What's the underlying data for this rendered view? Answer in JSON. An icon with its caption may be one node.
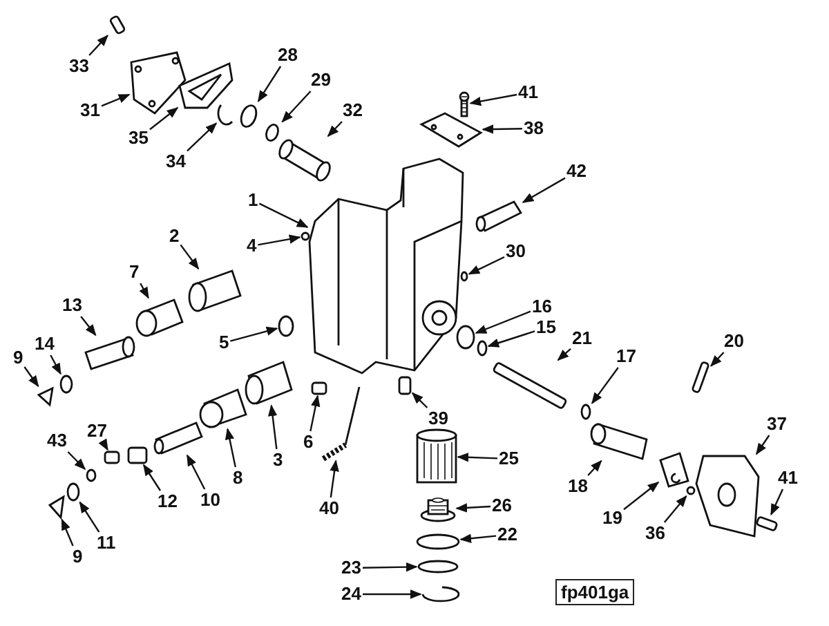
{
  "diagram": {
    "nodes": [
      {
        "text": [
          "33"
        ]
      },
      {
        "text": [
          "28"
        ]
      },
      {
        "text": [
          "41"
        ]
      },
      {
        "text": [
          "31"
        ]
      },
      {
        "text": [
          "29"
        ]
      },
      {
        "text": [
          "32"
        ]
      },
      {
        "text": [
          "38"
        ]
      },
      {
        "text": [
          "35"
        ]
      },
      {
        "text": [
          "34"
        ]
      },
      {
        "text": [
          "42"
        ]
      },
      {
        "text": [
          "1"
        ]
      },
      {
        "text": [
          "2"
        ]
      },
      {
        "text": [
          "4"
        ]
      },
      {
        "text": [
          "30"
        ]
      },
      {
        "text": [
          "7"
        ]
      },
      {
        "text": [
          "13"
        ]
      },
      {
        "text": [
          "16"
        ]
      },
      {
        "text": [
          "15"
        ]
      },
      {
        "text": [
          "5"
        ]
      },
      {
        "text": [
          "21"
        ]
      },
      {
        "text": [
          "9"
        ]
      },
      {
        "text": [
          "14"
        ]
      },
      {
        "text": [
          "20"
        ]
      },
      {
        "text": [
          "17"
        ]
      },
      {
        "text": [
          "39"
        ]
      },
      {
        "text": [
          "37"
        ]
      },
      {
        "text": [
          "43"
        ]
      },
      {
        "text": [
          "27"
        ]
      },
      {
        "text": [
          "6"
        ]
      },
      {
        "text": [
          "3"
        ]
      },
      {
        "text": [
          "25"
        ]
      },
      {
        "text": [
          "8"
        ]
      },
      {
        "text": [
          "41"
        ]
      },
      {
        "text": [
          "18"
        ]
      },
      {
        "text": [
          "12"
        ]
      },
      {
        "text": [
          "10"
        ]
      },
      {
        "text": [
          "26"
        ]
      },
      {
        "text": [
          "40"
        ]
      },
      {
        "text": [
          "19"
        ]
      },
      {
        "text": [
          "22"
        ]
      },
      {
        "text": [
          "36"
        ]
      },
      {
        "text": [
          "11"
        ]
      },
      {
        "text": [
          "9"
        ]
      },
      {
        "text": [
          "23"
        ]
      },
      {
        "text": [
          "24"
        ]
      },
      {
        "text": [],
        "shape": "box"
      },
      {
        "text": [],
        "shape": "circle"
      },
      {
        "text": [],
        "shape": "picture"
      },
      {
        "text": [],
        "shape": "picture"
      },
      {
        "text": [],
        "shape": "circle"
      },
      {
        "text": [],
        "shape": "picture"
      },
      {
        "text": [],
        "shape": "picture"
      },
      {
        "text": [],
        "shape": "picture"
      },
      {
        "text": [],
        "shape": "picture"
      },
      {
        "text": [],
        "shape": "picture"
      },
      {
        "text": [],
        "shape": "picture"
      },
      {
        "text": [],
        "shape": "picture"
      },
      {
        "text": [],
        "shape": "circle"
      },
      {
        "text": [],
        "shape": "circle"
      },
      {
        "text": [],
        "shape": "picture"
      },
      {
        "text": [],
        "shape": "picture"
      },
      {
        "text": [],
        "shape": "circle"
      },
      {
        "text": [],
        "shape": "circle"
      },
      {
        "text": [],
        "shape": "circle"
      },
      {
        "text": [],
        "shape": "box"
      },
      {
        "text": [],
        "shape": "triangle"
      },
      {
        "text": [],
        "shape": "circle"
      },
      {
        "text": [],
        "shape": "box"
      },
      {
        "text": [],
        "shape": "circle"
      },
      {
        "text": [],
        "shape": "box"
      },
      {
        "text": [],
        "shape": "picture"
      },
      {
        "text": [],
        "shape": "circle"
      },
      {
        "text": [],
        "shape": "box"
      },
      {
        "text": [],
        "shape": "box"
      },
      {
        "text": [],
        "shape": "picture"
      },
      {
        "text": [],
        "shape": "picture"
      },
      {
        "text": [],
        "shape": "picture"
      },
      {
        "text": [],
        "shape": "box"
      },
      {
        "text": [],
        "shape": "picture"
      },
      {
        "text": [],
        "shape": "box"
      },
      {
        "text": [],
        "shape": "picture"
      },
      {
        "text": [],
        "shape": "picture"
      },
      {
        "text": [],
        "shape": "picture"
      },
      {
        "text": [],
        "shape": "picture"
      },
      {
        "text": [],
        "shape": "circle"
      },
      {
        "text": [],
        "shape": "circle"
      },
      {
        "text": [],
        "shape": "circle"
      },
      {
        "text": [],
        "shape": "triangle"
      },
      {
        "text": [],
        "shape": "circle"
      },
      {
        "text": [],
        "shape": "picture"
      }
    ],
    "edges": [
      {
        "from": 0,
        "to": 45,
        "arrow": "to"
      },
      {
        "from": 1,
        "to": 46,
        "arrow": "to"
      },
      {
        "from": 2,
        "to": 47,
        "arrow": "to"
      },
      {
        "from": 3,
        "to": 48,
        "arrow": "to"
      },
      {
        "from": 4,
        "to": 49,
        "arrow": "to"
      },
      {
        "from": 5,
        "to": 50,
        "arrow": "to"
      },
      {
        "from": 6,
        "to": 51,
        "arrow": "to"
      },
      {
        "from": 7,
        "to": 52,
        "arrow": "to"
      },
      {
        "from": 8,
        "to": 53,
        "arrow": "to"
      },
      {
        "from": 9,
        "to": 54,
        "arrow": "to"
      },
      {
        "from": 10,
        "to": 55,
        "arrow": "to"
      },
      {
        "from": 11,
        "to": 56,
        "arrow": "to"
      },
      {
        "from": 12,
        "to": 57,
        "arrow": "to"
      },
      {
        "from": 13,
        "to": 58,
        "arrow": "to"
      },
      {
        "from": 14,
        "to": 59,
        "arrow": "to"
      },
      {
        "from": 15,
        "to": 60,
        "arrow": "to"
      },
      {
        "from": 16,
        "to": 61,
        "arrow": "to"
      },
      {
        "from": 17,
        "to": 62,
        "arrow": "to"
      },
      {
        "from": 18,
        "to": 63,
        "arrow": "to"
      },
      {
        "from": 19,
        "to": 64,
        "arrow": "to"
      },
      {
        "from": 20,
        "to": 65,
        "arrow": "to"
      },
      {
        "from": 21,
        "to": 66,
        "arrow": "to"
      },
      {
        "from": 22,
        "to": 67,
        "arrow": "to"
      },
      {
        "from": 23,
        "to": 68,
        "arrow": "to"
      },
      {
        "from": 24,
        "to": 69,
        "arrow": "to"
      },
      {
        "from": 25,
        "to": 70,
        "arrow": "to"
      },
      {
        "from": 26,
        "to": 71,
        "arrow": "to"
      },
      {
        "from": 27,
        "to": 72,
        "arrow": "to"
      },
      {
        "from": 28,
        "to": 73,
        "arrow": "to"
      },
      {
        "from": 29,
        "to": 74,
        "arrow": "to"
      },
      {
        "from": 30,
        "to": 75,
        "arrow": "to"
      },
      {
        "from": 31,
        "to": 76,
        "arrow": "to"
      },
      {
        "from": 32,
        "to": 77,
        "arrow": "to"
      },
      {
        "from": 33,
        "to": 78,
        "arrow": "to"
      },
      {
        "from": 34,
        "to": 79,
        "arrow": "to"
      },
      {
        "from": 35,
        "to": 80,
        "arrow": "to"
      },
      {
        "from": 36,
        "to": 81,
        "arrow": "to"
      },
      {
        "from": 37,
        "to": 82,
        "arrow": "to"
      },
      {
        "from": 38,
        "to": 83,
        "arrow": "to"
      },
      {
        "from": 39,
        "to": 84,
        "arrow": "to"
      },
      {
        "from": 40,
        "to": 85,
        "arrow": "to"
      },
      {
        "from": 41,
        "to": 86,
        "arrow": "to"
      },
      {
        "from": 42,
        "to": 87,
        "arrow": "to"
      },
      {
        "from": 43,
        "to": 88,
        "arrow": "to"
      },
      {
        "from": 44,
        "to": 89,
        "arrow": "to"
      }
    ],
    "labels": [
      "fp401ga"
    ]
  }
}
